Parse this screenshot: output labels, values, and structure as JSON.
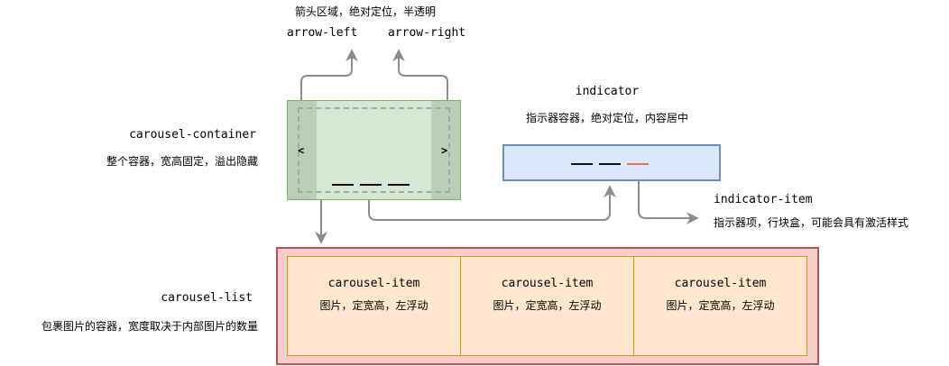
{
  "arrows": {
    "note": "箭头区域，绝对定位，半透明",
    "left_label": "arrow-left",
    "right_label": "arrow-right",
    "left_glyph": "<",
    "right_glyph": ">"
  },
  "container": {
    "title": "carousel-container",
    "desc": "整个容器，宽高固定，溢出隐藏"
  },
  "indicator": {
    "title": "indicator",
    "desc": "指示器容器，绝对定位，内容居中"
  },
  "indicator_item": {
    "title": "indicator-item",
    "desc": "指示器项，行块盒，可能会具有激活样式"
  },
  "list": {
    "title": "carousel-list",
    "desc": "包裹图片的容器，宽度取决于内部图片的数量"
  },
  "items": [
    {
      "title": "carousel-item",
      "desc": "图片，定宽高，左浮动"
    },
    {
      "title": "carousel-item",
      "desc": "图片，定宽高，左浮动"
    },
    {
      "title": "carousel-item",
      "desc": "图片，定宽高，左浮动"
    }
  ],
  "colors": {
    "container_fill": "#d5e8d4",
    "indicator_fill": "#dae8fc",
    "list_fill": "#f8cecc",
    "item_fill": "#ffe6cc",
    "active_indicator": "#e07060",
    "connector": "#8c8c8c"
  }
}
